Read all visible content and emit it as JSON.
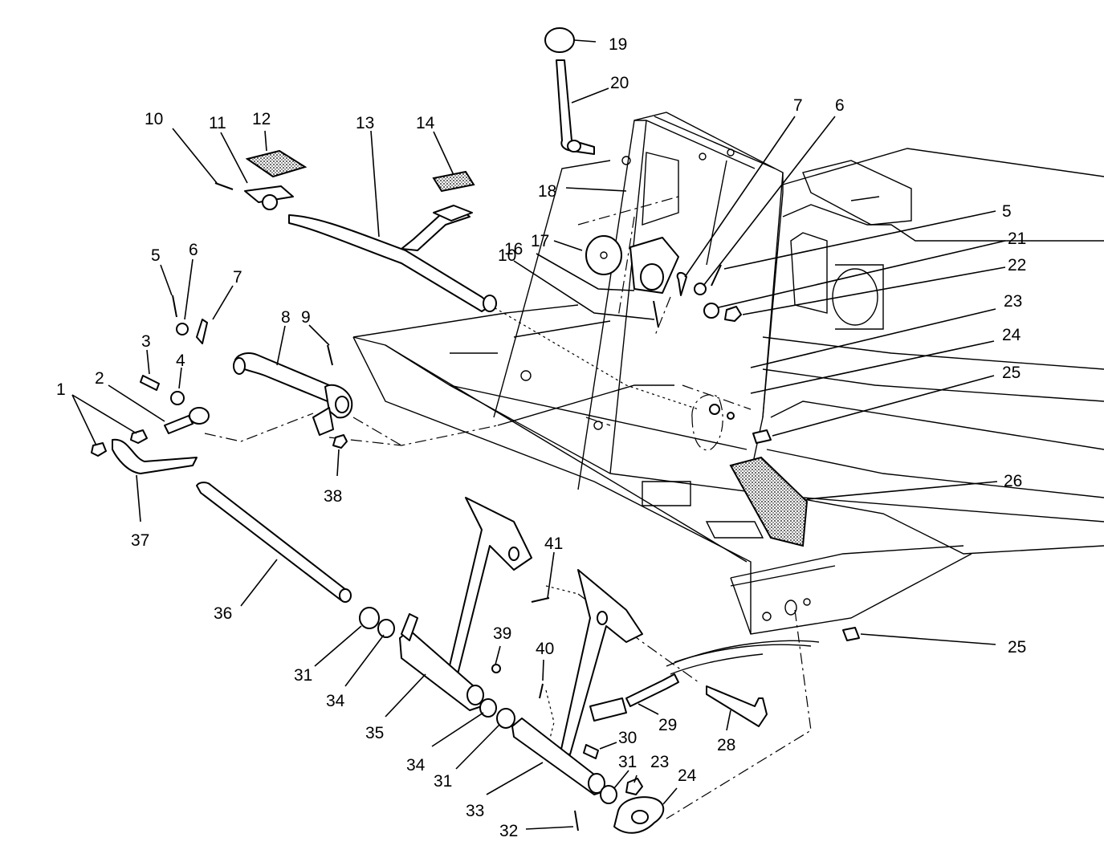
{
  "diagram": {
    "callouts": [
      {
        "id": "c1",
        "text": "1"
      },
      {
        "id": "c2",
        "text": "2"
      },
      {
        "id": "c3",
        "text": "3"
      },
      {
        "id": "c4",
        "text": "4"
      },
      {
        "id": "c5a",
        "text": "5"
      },
      {
        "id": "c6a",
        "text": "6"
      },
      {
        "id": "c7a",
        "text": "7"
      },
      {
        "id": "c8",
        "text": "8"
      },
      {
        "id": "c9",
        "text": "9"
      },
      {
        "id": "c10a",
        "text": "10"
      },
      {
        "id": "c11",
        "text": "11"
      },
      {
        "id": "c12",
        "text": "12"
      },
      {
        "id": "c13",
        "text": "13"
      },
      {
        "id": "c14",
        "text": "14"
      },
      {
        "id": "c10b",
        "text": "10"
      },
      {
        "id": "c16",
        "text": "16"
      },
      {
        "id": "c17",
        "text": "17"
      },
      {
        "id": "c18",
        "text": "18"
      },
      {
        "id": "c19",
        "text": "19"
      },
      {
        "id": "c20",
        "text": "20"
      },
      {
        "id": "c7b",
        "text": "7"
      },
      {
        "id": "c6b",
        "text": "6"
      },
      {
        "id": "c5b",
        "text": "5"
      },
      {
        "id": "c21",
        "text": "21"
      },
      {
        "id": "c22",
        "text": "22"
      },
      {
        "id": "c23a",
        "text": "23"
      },
      {
        "id": "c24a",
        "text": "24"
      },
      {
        "id": "c25a",
        "text": "25"
      },
      {
        "id": "c26",
        "text": "26"
      },
      {
        "id": "c25b",
        "text": "25"
      },
      {
        "id": "c37",
        "text": "37"
      },
      {
        "id": "c38",
        "text": "38"
      },
      {
        "id": "c36",
        "text": "36"
      },
      {
        "id": "c31a",
        "text": "31"
      },
      {
        "id": "c34a",
        "text": "34"
      },
      {
        "id": "c35",
        "text": "35"
      },
      {
        "id": "c39",
        "text": "39"
      },
      {
        "id": "c41",
        "text": "41"
      },
      {
        "id": "c40",
        "text": "40"
      },
      {
        "id": "c34b",
        "text": "34"
      },
      {
        "id": "c31b",
        "text": "31"
      },
      {
        "id": "c33",
        "text": "33"
      },
      {
        "id": "c30",
        "text": "30"
      },
      {
        "id": "c31c",
        "text": "31"
      },
      {
        "id": "c23b",
        "text": "23"
      },
      {
        "id": "c24b",
        "text": "24"
      },
      {
        "id": "c32",
        "text": "32"
      },
      {
        "id": "c29",
        "text": "29"
      },
      {
        "id": "c28",
        "text": "28"
      }
    ]
  }
}
